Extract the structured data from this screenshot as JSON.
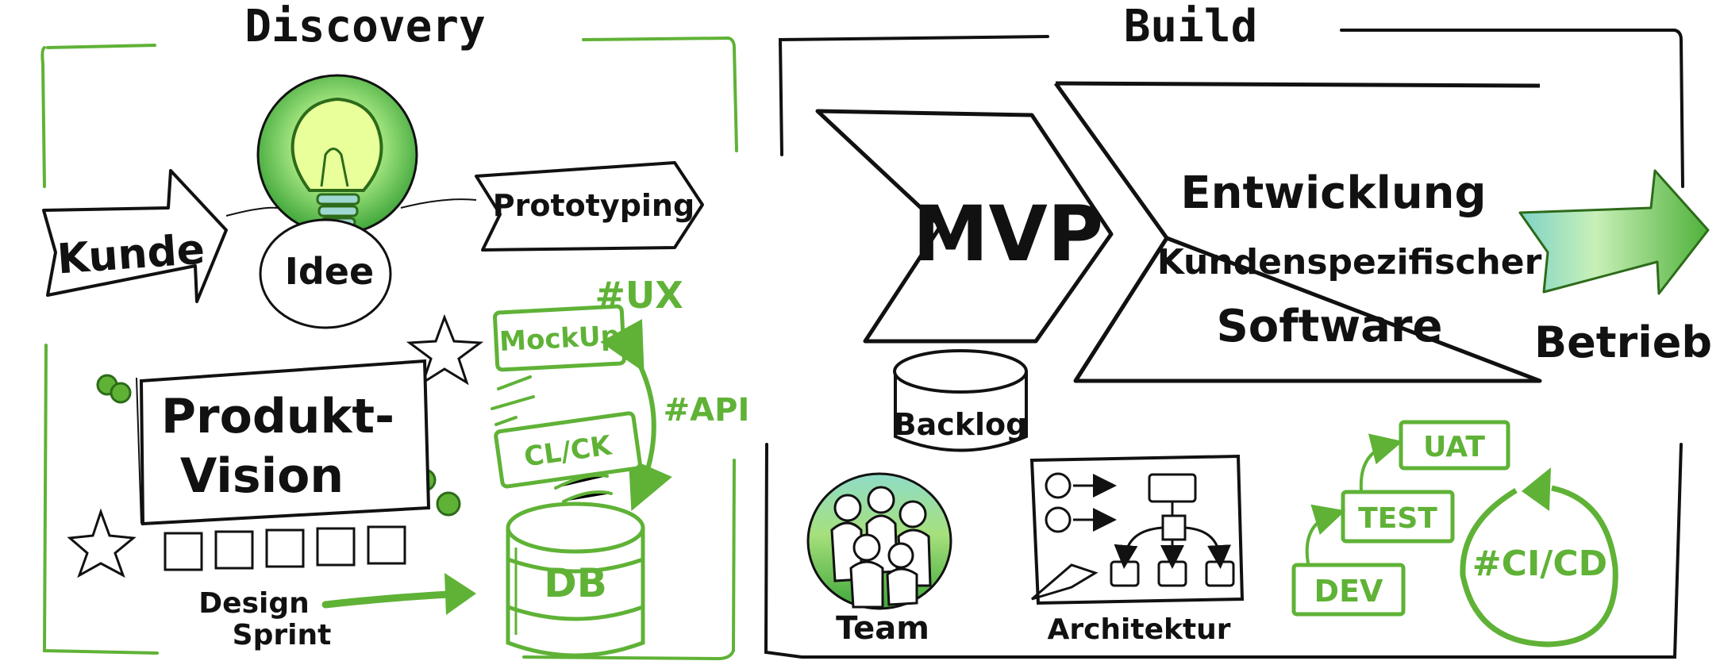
{
  "sections": {
    "discovery": {
      "title": "Discovery"
    },
    "build": {
      "title": "Build"
    }
  },
  "discovery": {
    "kunde": "Kunde",
    "idee": "Idee",
    "prototyping": "Prototyping",
    "ux_tag": "#UX",
    "mockup": "MockUp",
    "api_tag": "#API",
    "cl_ck": "CL/CK",
    "db": "DB",
    "vision_line1": "Produkt-",
    "vision_line2": "Vision",
    "design_sprint_line1": "Design",
    "design_sprint_line2": "Sprint"
  },
  "build": {
    "mvp": "MVP",
    "dev_line1": "Entwicklung",
    "dev_line2": "Kundenspezifischer",
    "dev_line3": "Software",
    "betrieb": "Betrieb",
    "backlog": "Backlog",
    "team": "Team",
    "architektur": "Architektur",
    "uat": "UAT",
    "test": "TEST",
    "dev": "DEV",
    "cicd_tag": "#CI/CD"
  },
  "colors": {
    "green": "#5fb236",
    "dark_green": "#3f8f1f",
    "ink": "#111111",
    "teal": "#7fd3c8"
  },
  "icons": [
    "lightbulb-icon",
    "star-icon",
    "team-icon",
    "architecture-icon",
    "database-icon",
    "cycle-arrow-icon"
  ]
}
